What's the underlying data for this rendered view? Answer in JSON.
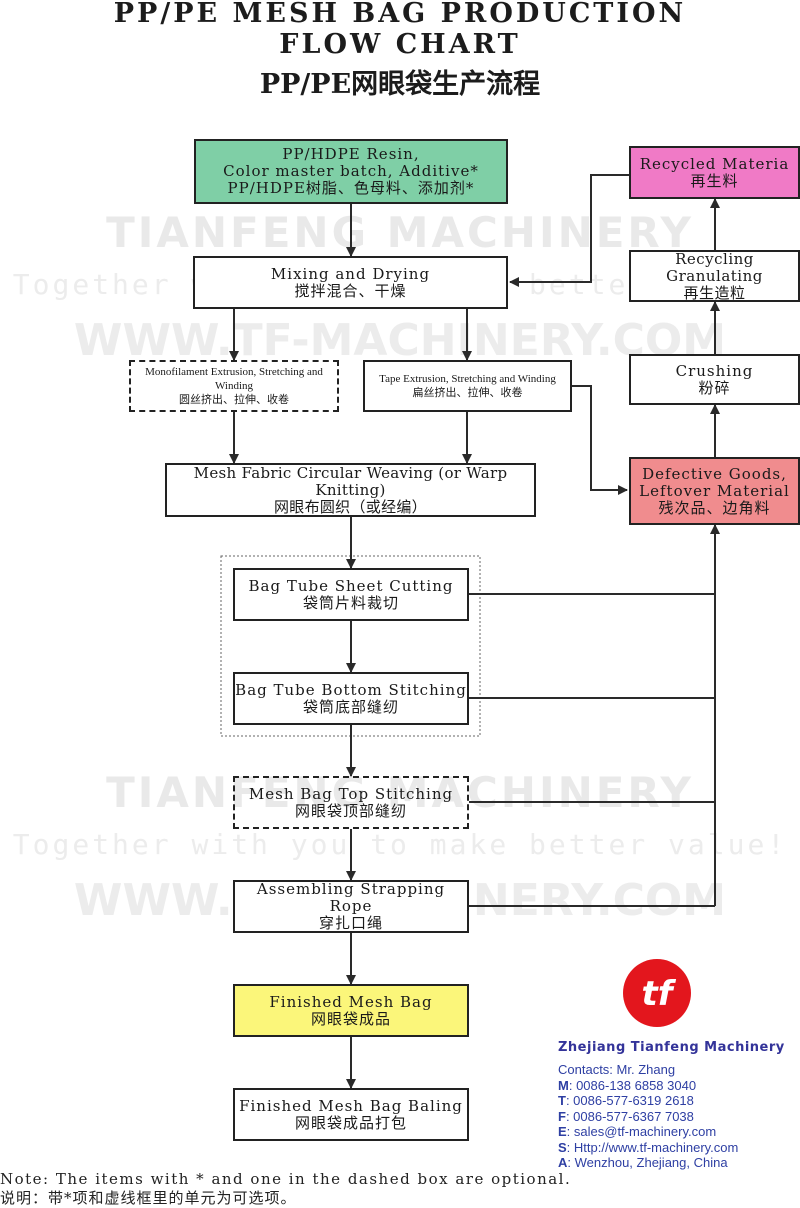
{
  "title": {
    "line1": "PP/PE MESH BAG PRODUCTION",
    "line2": "FLOW CHART",
    "line3": "PP/PE网眼袋生产流程"
  },
  "watermark": {
    "brand": "TIANFENG MACHINERY",
    "slogan": "Together with you to make better value!",
    "url": "WWW.TF-MACHINERY.COM"
  },
  "nodes": {
    "resin": {
      "en1": "PP/HDPE Resin,",
      "en2": "Color master batch, Additive*",
      "cn": "PP/HDPE树脂、色母料、添加剂*",
      "color": "#7fcfa6"
    },
    "mixing": {
      "en": "Mixing and Drying",
      "cn": "搅拌混合、干燥"
    },
    "monofilament": {
      "en": "Monofilament Extrusion, Stretching and Winding",
      "cn": "圆丝挤出、拉伸、收卷"
    },
    "tape": {
      "en": "Tape Extrusion, Stretching and Winding",
      "cn": "扁丝挤出、拉伸、收卷"
    },
    "weaving": {
      "en": "Mesh Fabric Circular Weaving (or Warp Knitting)",
      "cn": "网眼布圆织（或经编）"
    },
    "cutting": {
      "en": "Bag Tube Sheet Cutting",
      "cn": "袋筒片料裁切"
    },
    "bottom": {
      "en": "Bag Tube Bottom Stitching",
      "cn": "袋筒底部缝纫"
    },
    "top": {
      "en": "Mesh Bag Top Stitching",
      "cn": "网眼袋顶部缝纫"
    },
    "rope": {
      "en": "Assembling Strapping Rope",
      "cn": "穿扎口绳"
    },
    "finished": {
      "en": "Finished Mesh Bag",
      "cn": "网眼袋成品",
      "color": "#fbf67a"
    },
    "baling": {
      "en": "Finished Mesh Bag Baling",
      "cn": "网眼袋成品打包"
    },
    "recycled": {
      "en": "Recycled Materia",
      "cn": "再生料",
      "color": "#f07ac6"
    },
    "granulating": {
      "en": "Recycling Granulating",
      "cn": "再生造粒"
    },
    "crushing": {
      "en": "Crushing",
      "cn": "粉碎"
    },
    "defective": {
      "en1": "Defective Goods,",
      "en2": "Leftover Material",
      "cn": "残次品、边角料",
      "color": "#f08c8e"
    }
  },
  "note": {
    "en": "Note: The items with * and one in the dashed box are optional.",
    "cn": "说明：带*项和虚线框里的单元为可选项。"
  },
  "company": {
    "logo_text": "tf",
    "name": "Zhejiang Tianfeng Machinery",
    "contacts": "Contacts: Mr. Zhang",
    "m_label": "M",
    "m": ": 0086-138 6858 3040",
    "t_label": "T",
    "t": ": 0086-577-6319 2618",
    "f_label": "F",
    "f": ": 0086-577-6367 7038",
    "e_label": "E",
    "e": ": sales@tf-machinery.com",
    "s_label": "S",
    "s": ": Http://www.tf-machinery.com",
    "a_label": "A",
    "a": ": Wenzhou, Zhejiang, China",
    "brand_color": "#e3161d",
    "text_color": "#2e3fa3"
  }
}
